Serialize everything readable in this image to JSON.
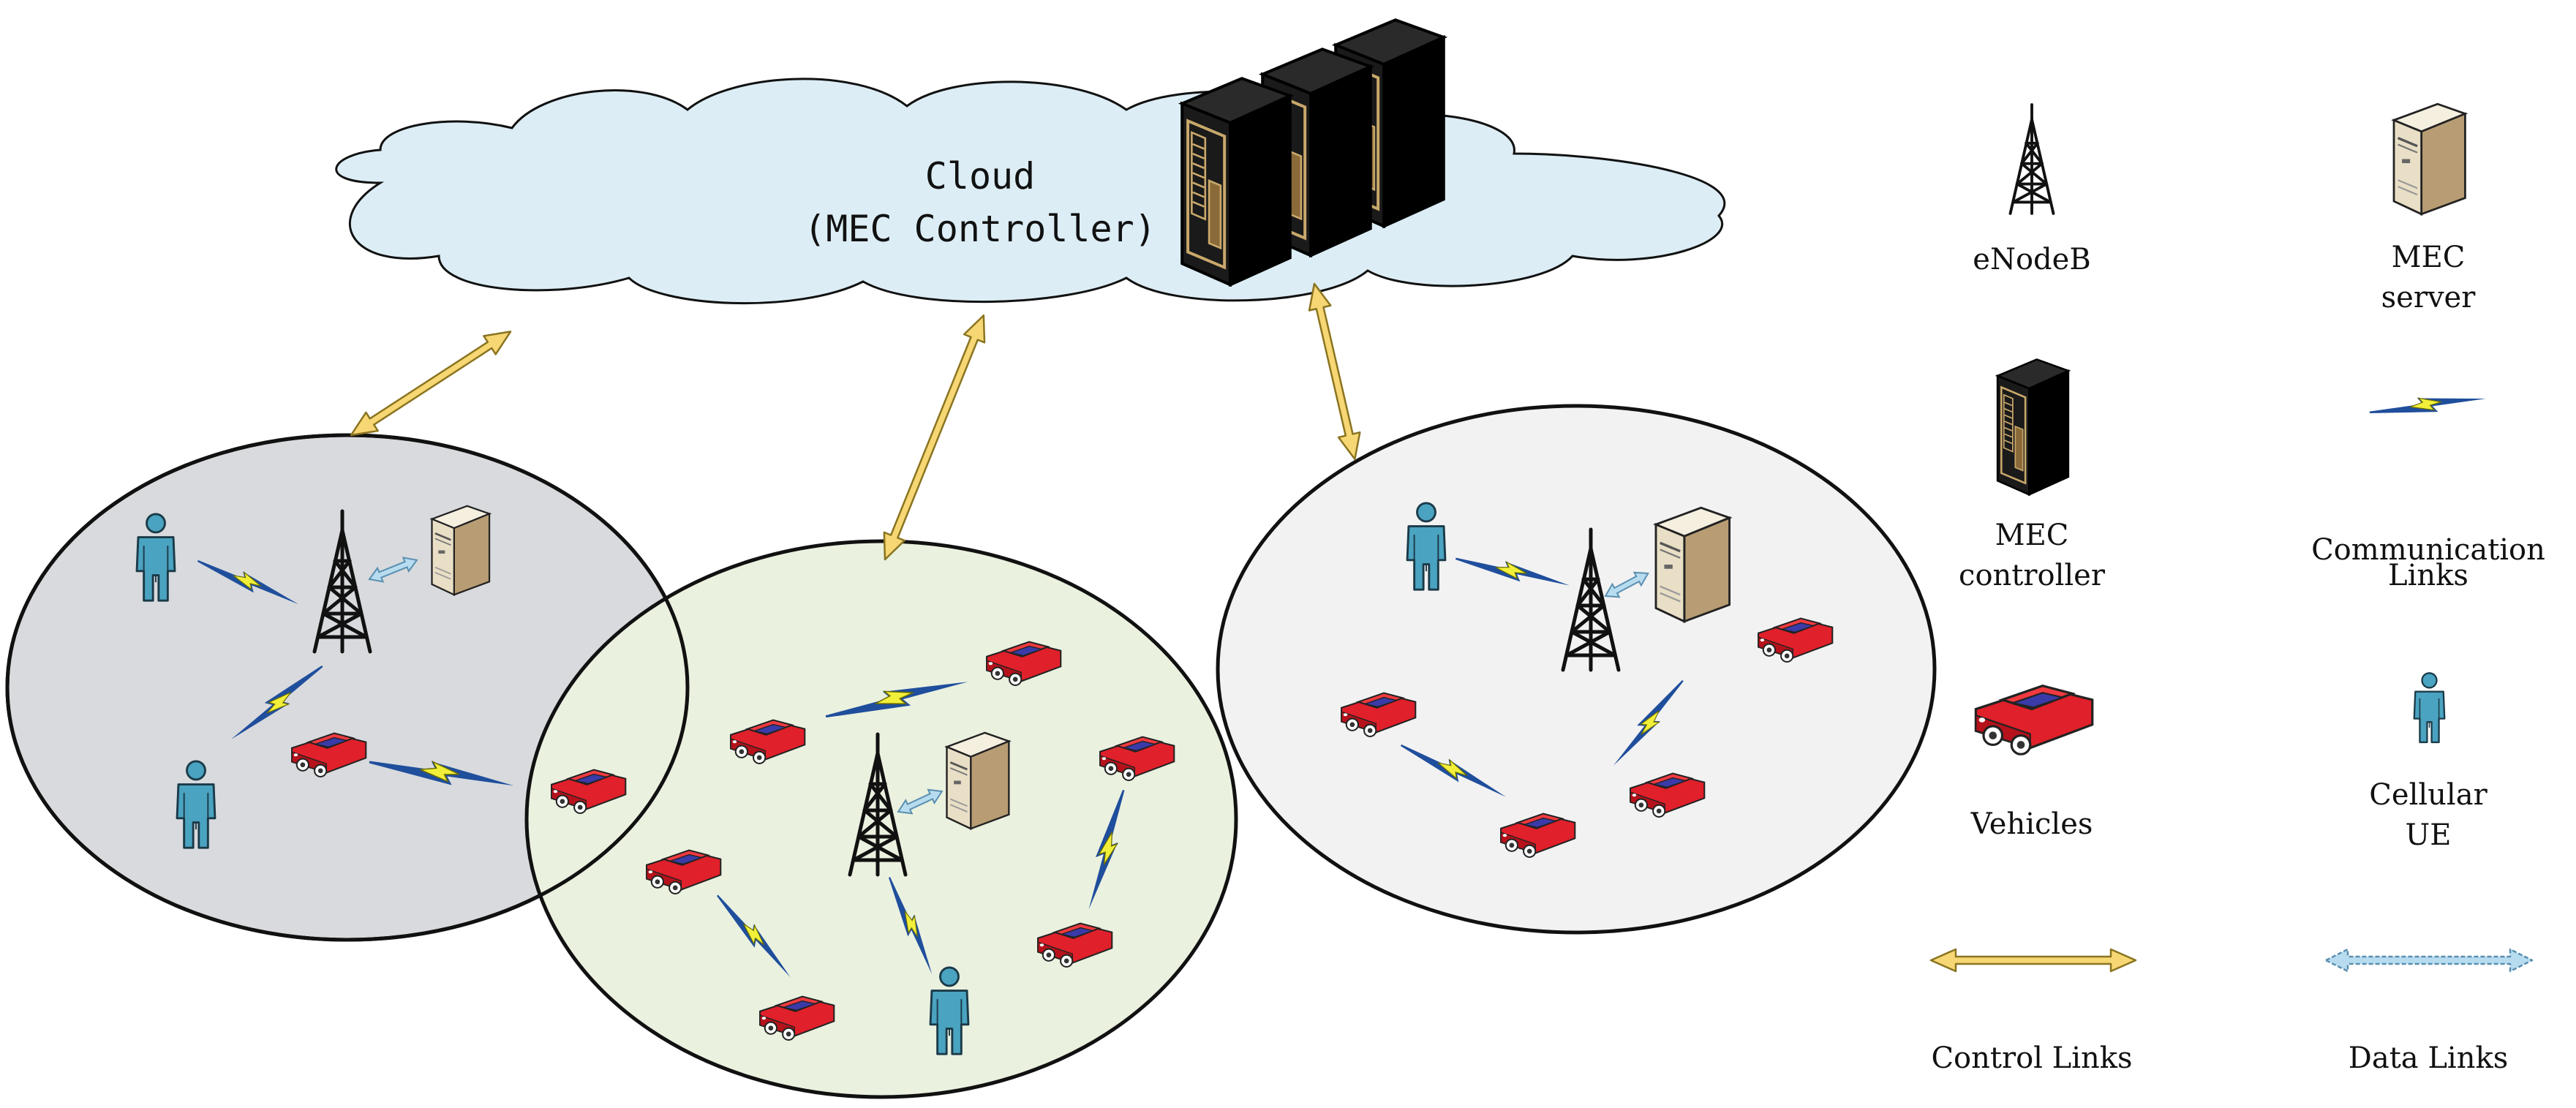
{
  "cloud": {
    "title": "Cloud",
    "subtitle": "(MEC Controller)"
  },
  "legend": {
    "enodeb": "eNodeB",
    "mec_server_line1": "MEC",
    "mec_server_line2": "server",
    "mec_controller_line1": "MEC",
    "mec_controller_line2": "controller",
    "comm_links_line1": "Communication",
    "comm_links_line2": "Links",
    "vehicles": "Vehicles",
    "cellular_ue_line1": "Cellular",
    "cellular_ue_line2": "UE",
    "control_links": "Control Links",
    "data_links": "Data Links"
  },
  "colors": {
    "cloud_fill": "#dcedf5",
    "cell_left": "#d8dadd",
    "cell_middle": "#eaf1df",
    "cell_right": "#f2f2f2",
    "control_link": "#f7d774",
    "data_link": "#b8dcef",
    "comm_link_blue": "#1f4e9c",
    "comm_link_yellow": "#f2ef3a",
    "vehicle_red": "#e0202a",
    "ue_teal": "#4aa3c0"
  }
}
